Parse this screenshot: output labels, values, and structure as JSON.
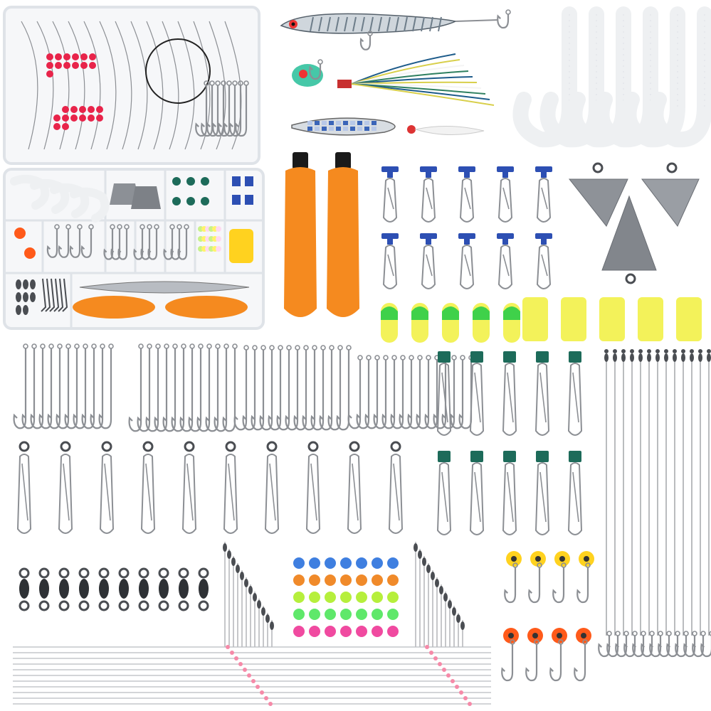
{
  "colors": {
    "background": "#ffffff",
    "steel": "#8c8f94",
    "steel_dark": "#4a4d52",
    "float_orange": "#f58a1f",
    "float_cap": "#1a1a1a",
    "snap_blue": "#2d4fb3",
    "snap_green": "#1d6b5a",
    "grub_white": "#eef0f2",
    "foam_yellow": "#f3f25a",
    "foam_green": "#3fd14a",
    "bead_colors": [
      "#3f7fe0",
      "#f08a2a",
      "#b6ef3c",
      "#5fe86a",
      "#f04aa0"
    ],
    "red_bead": "#e8244a",
    "jig_yellow": "#ffd21f",
    "jig_orange": "#ff5a1a",
    "box_clear": "#dfe3e8"
  },
  "items": [
    {
      "name": "tackle-box-leaders",
      "kind": "box"
    },
    {
      "name": "tackle-box-assortment",
      "kind": "box"
    },
    {
      "name": "minnow-crankbait",
      "kind": "lure"
    },
    {
      "name": "bucktail-jig",
      "kind": "lure"
    },
    {
      "name": "spoon-lure",
      "kind": "lure"
    },
    {
      "name": "curly-tail-grubs",
      "kind": "soft-bait"
    },
    {
      "name": "pencil-floats",
      "kind": "float"
    },
    {
      "name": "blue-t-snaps",
      "kind": "snap"
    },
    {
      "name": "pyramid-sinkers",
      "kind": "sinker"
    },
    {
      "name": "foam-floats",
      "kind": "float"
    },
    {
      "name": "hook-sets",
      "kind": "hook"
    },
    {
      "name": "green-sliding-snaps",
      "kind": "snap"
    },
    {
      "name": "wire-leaders",
      "kind": "leader"
    },
    {
      "name": "snap-swivels",
      "kind": "swivel"
    },
    {
      "name": "barrel-swivels",
      "kind": "swivel"
    },
    {
      "name": "bead-rigs",
      "kind": "leader"
    },
    {
      "name": "beads",
      "kind": "bead"
    },
    {
      "name": "jig-heads",
      "kind": "jig"
    }
  ]
}
